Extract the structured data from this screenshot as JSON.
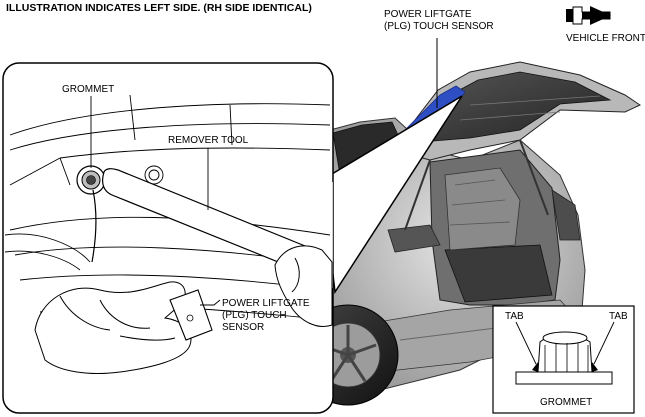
{
  "header": {
    "title": "ILLUSTRATION INDICATES LEFT SIDE. (RH SIDE IDENTICAL)"
  },
  "labels": {
    "plg_sensor_top": "POWER LIFTGATE\n(PLG) TOUCH SENSOR",
    "vehicle_front": "VEHICLE FRONT",
    "grommet": "GROMMET",
    "remover_tool": "REMOVER TOOL",
    "plg_sensor_detail": "POWER LIFTGATE\n(PLG) TOUCH\nSENSOR",
    "tab_left": "TAB",
    "tab_right": "TAB",
    "grommet_detail": "GROMMET"
  },
  "icons": {
    "direction": "arrow-right-icon"
  }
}
